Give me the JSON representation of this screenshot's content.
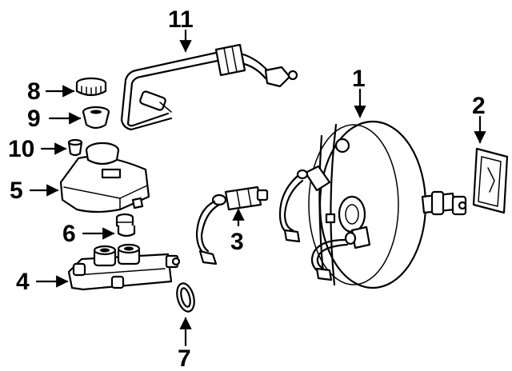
{
  "labels": {
    "n1": "1",
    "n2": "2",
    "n3": "3",
    "n4": "4",
    "n5": "5",
    "n6": "6",
    "n7": "7",
    "n8": "8",
    "n9": "9",
    "n10": "10",
    "n11": "11"
  },
  "colors": {
    "ink": "#000000",
    "background": "#ffffff"
  }
}
